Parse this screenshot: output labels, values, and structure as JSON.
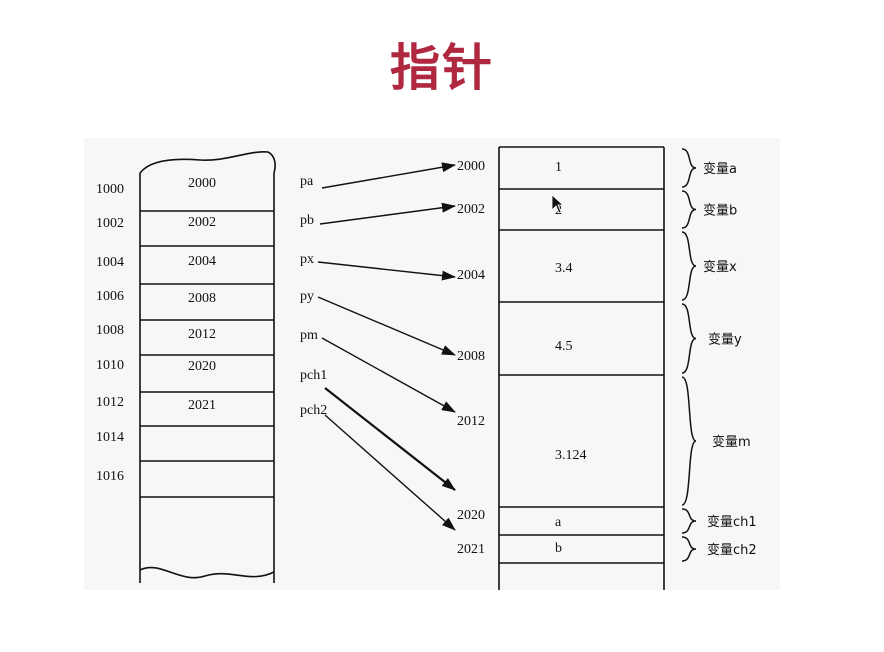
{
  "title": "指针",
  "pointer_memory": {
    "rows": [
      {
        "addr": "1000",
        "value": "2000",
        "name": "pa"
      },
      {
        "addr": "1002",
        "value": "2002",
        "name": "pb"
      },
      {
        "addr": "1004",
        "value": "2004",
        "name": "px"
      },
      {
        "addr": "1006",
        "value": "2008",
        "name": "py"
      },
      {
        "addr": "1008",
        "value": "2012",
        "name": "pm"
      },
      {
        "addr": "1010",
        "value": "2020",
        "name": "pch1"
      },
      {
        "addr": "1012",
        "value": "2021",
        "name": "pch2"
      },
      {
        "addr": "1014",
        "value": "",
        "name": ""
      },
      {
        "addr": "1016",
        "value": "",
        "name": ""
      }
    ]
  },
  "variable_memory": {
    "rows": [
      {
        "addr": "2000",
        "value": "1",
        "var": "变量a"
      },
      {
        "addr": "2002",
        "value": "2",
        "var": "变量b"
      },
      {
        "addr": "2004",
        "value": "3.4",
        "var": "变量x"
      },
      {
        "addr": "2008",
        "value": "4.5",
        "var": "变量y"
      },
      {
        "addr": "2012",
        "value": "3.124",
        "var": "变量m"
      },
      {
        "addr": "2020",
        "value": "a",
        "var": "变量ch1"
      },
      {
        "addr": "2021",
        "value": "b",
        "var": "变量ch2"
      }
    ]
  }
}
